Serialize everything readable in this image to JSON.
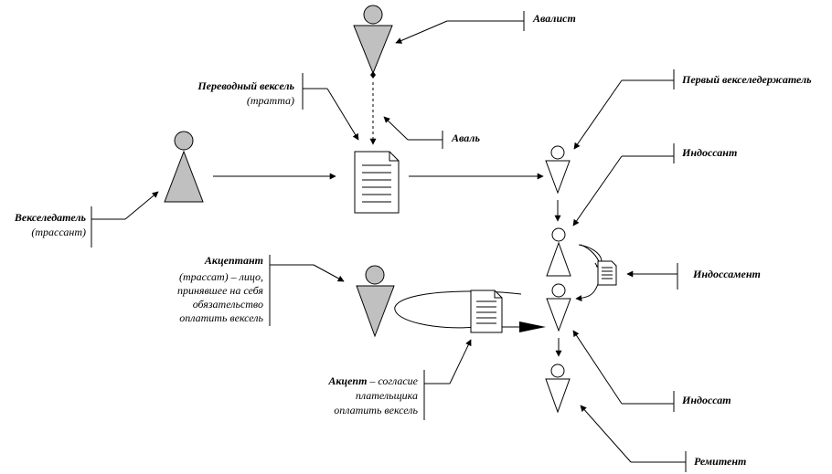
{
  "labels": {
    "avalist": "Авалист",
    "first_holder": "Первый векселедержатель",
    "transfer_bill": "Переводный вексель",
    "transfer_bill_sub": "(тратта)",
    "aval": "Аваль",
    "indorsant": "Индоссант",
    "drawer": "Векселедатель",
    "drawer_sub": "(трассант)",
    "acceptor_title": "Акцептант",
    "acceptor_desc": [
      "(трассат) – лицо,",
      "принявшее на себя",
      "обязательство",
      "оплатить вексель"
    ],
    "indorsement": "Индоссамент",
    "accept_term": "Акцепт",
    "accept_desc": [
      "– согласие",
      "плательщика",
      "оплатить вексель"
    ],
    "indorsat": "Индоссат",
    "remitent": "Ремитент"
  },
  "colors": {
    "figure_gray": "#c0c0c0",
    "line": "#000000",
    "background": "#ffffff"
  }
}
